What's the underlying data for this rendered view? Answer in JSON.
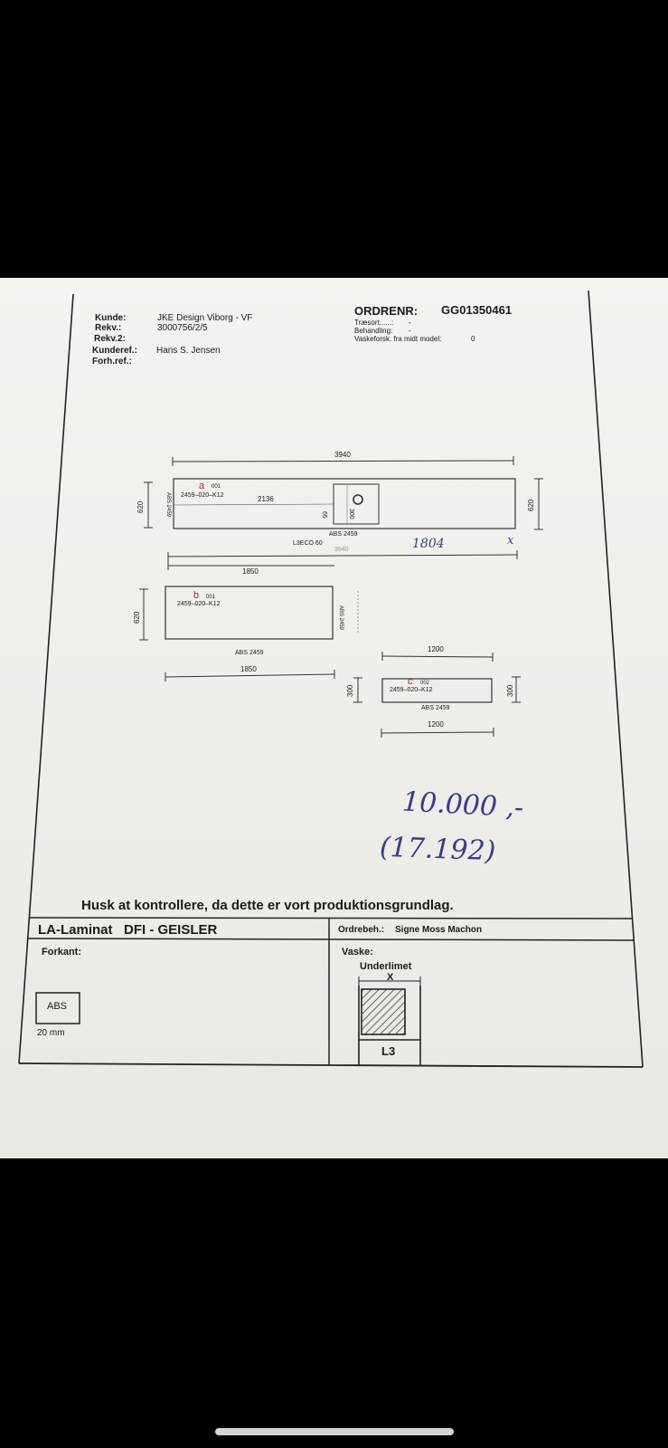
{
  "header": {
    "kunde_label": "Kunde:",
    "kunde_value": "JKE Design Viborg - VF",
    "rekv_label": "Rekv.:",
    "rekv_value": "3000756/2/5",
    "rekv2_label": "Rekv.2:",
    "kunderef_label": "Kunderef.:",
    "kunderef_value": "Hans S. Jensen",
    "forhref_label": "Forh.ref.:",
    "ordrenr_label": "ORDRENR:",
    "ordrenr_value": "GG01350461",
    "traesort_label": "Træsort......:",
    "traesort_value": "-",
    "behandling_label": "Behandling:",
    "behandling_value": "-",
    "vaskeforsk_label": "Vaskeforsk. fra midt model:",
    "vaskeforsk_value": "0"
  },
  "plates": {
    "a": {
      "letter": "a",
      "pos": "001",
      "code": "2459–020–K12",
      "width": "3940",
      "depth": "620",
      "left_edge": "ABS 2459",
      "sink_offset": "2136",
      "sink_back": "65",
      "sink_size": "300",
      "sink_model": "L3ECO 60",
      "bottom_edge": "ABS 2459",
      "bottom_dim": "3940"
    },
    "b": {
      "letter": "b",
      "pos": "001",
      "code": "2459–020–K12",
      "width": "1850",
      "width_bottom": "1850",
      "depth": "620",
      "right_edge": "ABS 2459",
      "bottom_edge": "ABS 2459"
    },
    "c": {
      "letter": "c",
      "pos": "002",
      "code": "2459–020–K12",
      "width": "1200",
      "width_bottom": "1200",
      "depth": "300",
      "bottom_edge": "ABS 2459"
    }
  },
  "handwriting": {
    "note1": "1804",
    "mark": "x",
    "price": "10.000 ,-",
    "price_prev": "(17.192)"
  },
  "footer": {
    "reminder": "Husk at kontrollere, da dette er vort produktionsgrundlag.",
    "company": "LA-Laminat   DFI - GEISLER",
    "ordrebeh_label": "Ordrebeh.:",
    "ordrebeh_value": "Signe Moss Machon",
    "forkant_label": "Forkant:",
    "forkant_type": "ABS",
    "forkant_thickness": "20 mm",
    "vaske_label": "Vaske:",
    "vaske_type": "Underlimet",
    "vaske_x": "X",
    "vaske_model": "L3"
  }
}
